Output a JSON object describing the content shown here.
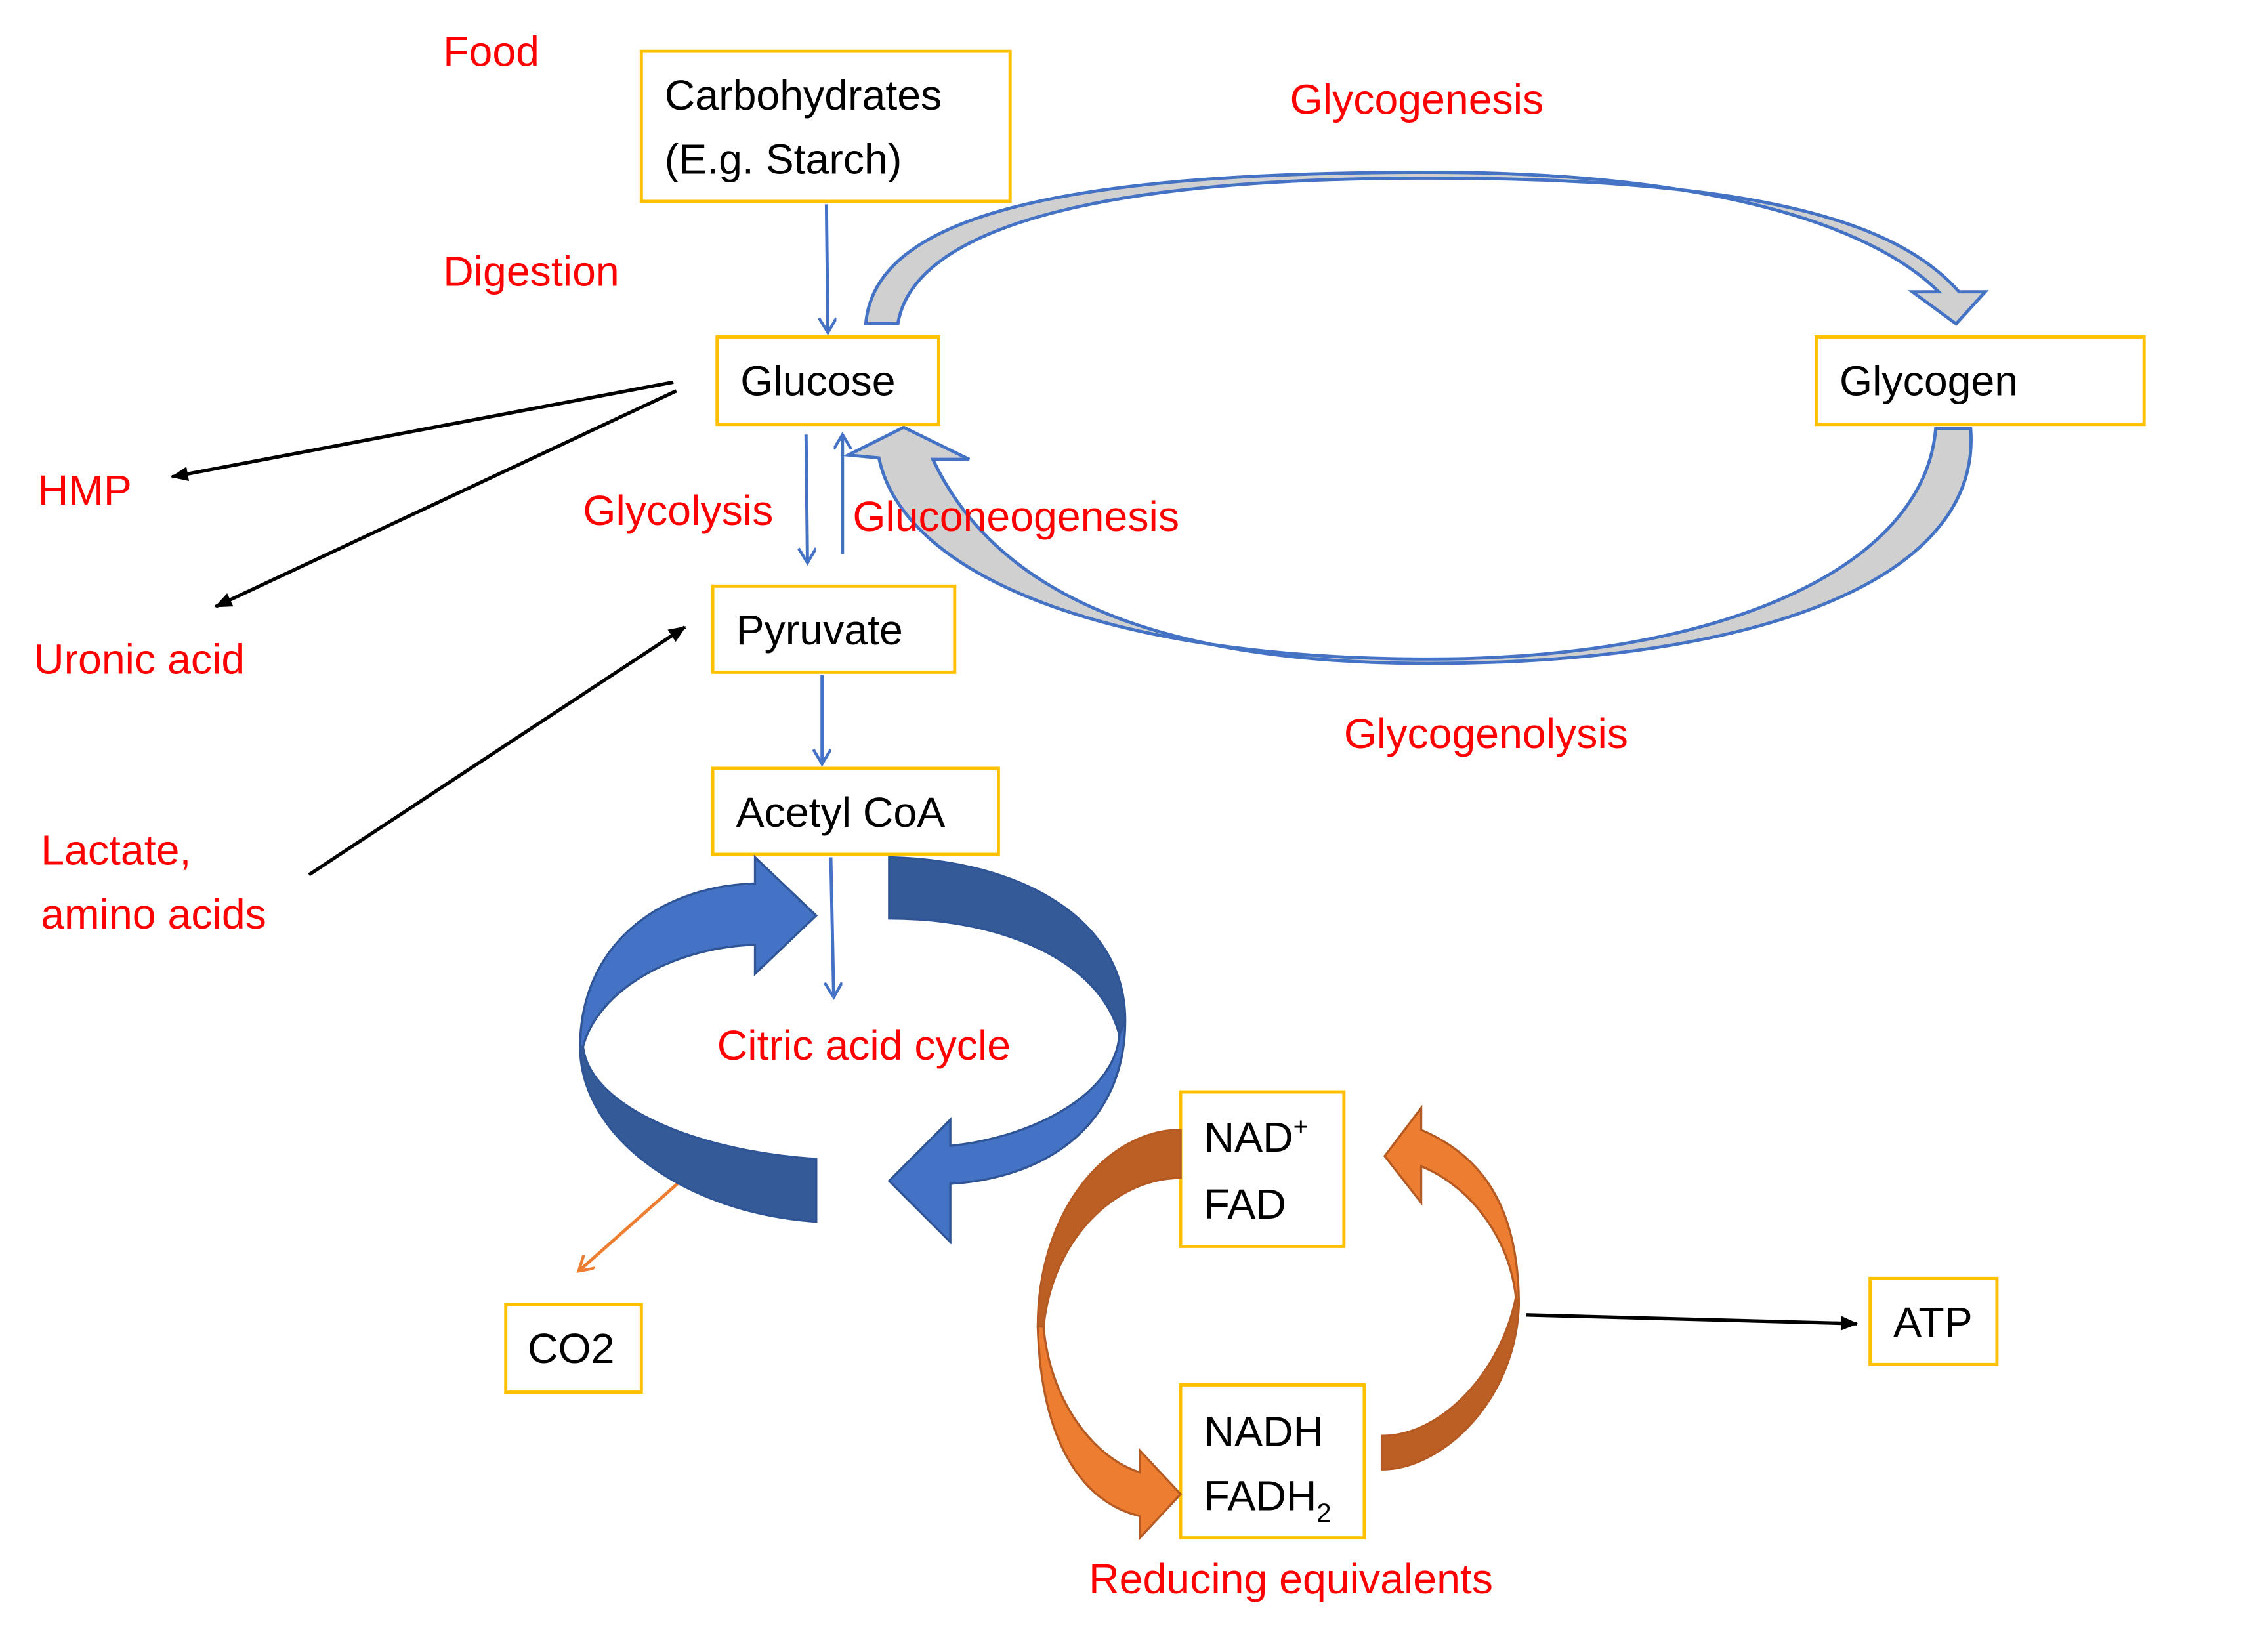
{
  "title": "Carbohydrate metabolism overview",
  "labels": {
    "food": "Food",
    "digestion": "Digestion",
    "glycogenesis": "Glycogenesis",
    "glycogenolysis": "Glycogenolysis",
    "glycolysis": "Glycolysis",
    "gluconeogenesis": "Gluconeogenesis",
    "hmp": "HMP",
    "uronic_acid": "Uronic acid",
    "lactate_line1": "Lactate,",
    "lactate_line2": "amino acids",
    "citric_acid_cycle": "Citric acid cycle",
    "reducing_equivalents": "Reducing equivalents"
  },
  "nodes": {
    "carbohydrates_line1": "Carbohydrates",
    "carbohydrates_line2": "(E.g. Starch)",
    "glucose": "Glucose",
    "glycogen": "Glycogen",
    "pyruvate": "Pyruvate",
    "acetyl_coa": "Acetyl CoA",
    "co2": "CO2",
    "nad": "NAD",
    "nad_sup": "+",
    "fad": "FAD",
    "nadh": "NADH",
    "fadh": "FADH",
    "fadh_sub": "2",
    "atp": "ATP"
  },
  "colors": {
    "label_red": "#ff0000",
    "box_border": "#ffc000",
    "arrow_blue": "#4472c4",
    "cycle_blue_dark": "#355a98",
    "arrow_orange": "#ed7d31",
    "arrow_orange_dark": "#bb5f24"
  }
}
